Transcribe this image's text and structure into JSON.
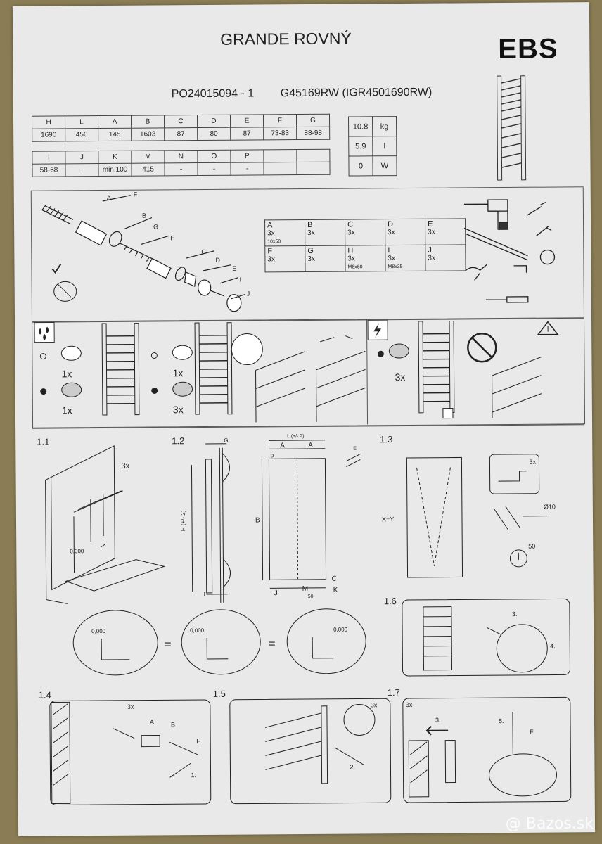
{
  "header": {
    "title": "GRANDE ROVNÝ",
    "brand": "EBS",
    "code": "PO24015094 - 1",
    "model": "G45169RW (IGR4501690RW)"
  },
  "dims_table1": {
    "headers": [
      "H",
      "L",
      "A",
      "B",
      "C",
      "D",
      "E",
      "F",
      "G"
    ],
    "values": [
      "1690",
      "450",
      "145",
      "1603",
      "87",
      "80",
      "87",
      "73-83",
      "88-98"
    ]
  },
  "dims_table2": {
    "headers": [
      "I",
      "J",
      "K",
      "M",
      "N",
      "O",
      "P",
      "",
      ""
    ],
    "values": [
      "58-68",
      "-",
      "min.100",
      "415",
      "-",
      "-",
      "-",
      "",
      ""
    ]
  },
  "spec_table": [
    {
      "value": "10.8",
      "unit": "kg"
    },
    {
      "value": "5.9",
      "unit": "l"
    },
    {
      "value": "0",
      "unit": "W"
    }
  ],
  "parts": [
    {
      "letter": "A",
      "qty": "3x",
      "note": "10x50"
    },
    {
      "letter": "B",
      "qty": "3x",
      "note": ""
    },
    {
      "letter": "C",
      "qty": "3x",
      "note": ""
    },
    {
      "letter": "D",
      "qty": "3x",
      "note": ""
    },
    {
      "letter": "E",
      "qty": "3x",
      "note": ""
    },
    {
      "letter": "F",
      "qty": "3x",
      "note": ""
    },
    {
      "letter": "G",
      "qty": "3x",
      "note": ""
    },
    {
      "letter": "H",
      "qty": "3x",
      "note": "M6x60"
    },
    {
      "letter": "I",
      "qty": "3x",
      "note": "M8x35"
    },
    {
      "letter": "J",
      "qty": "3x",
      "note": ""
    }
  ],
  "exploded_labels": [
    "A",
    "F",
    "B",
    "G",
    "H",
    "C",
    "D",
    "E",
    "I",
    "J"
  ],
  "plugs": {
    "qty_a": "1x",
    "qty_b": "1x",
    "qty_c": "1x",
    "qty_d": "3x",
    "qty_e": "3x"
  },
  "steps": {
    "s11": "1.1",
    "s12": "1.2",
    "s13": "1.3",
    "s14": "1.4",
    "s15": "1.5",
    "s16": "1.6",
    "s17": "1.7",
    "qty3x": "3x",
    "zero": "0,000",
    "xy": "X=Y",
    "fifty": "50",
    "phi10": "Ø10",
    "L_dim": "L (+/- 2)",
    "H_dim": "H (+/- 2)",
    "step1": "1.",
    "step2": "2.",
    "step3": "3.",
    "step4": "4.",
    "step5": "5."
  },
  "dim_letters": {
    "A": "A",
    "B": "B",
    "C": "C",
    "D": "D",
    "E": "E",
    "F": "F",
    "G": "G",
    "I": "I",
    "J": "J",
    "K": "K",
    "M": "M",
    "H": "H"
  },
  "watermark": "@ Bazos.sk"
}
